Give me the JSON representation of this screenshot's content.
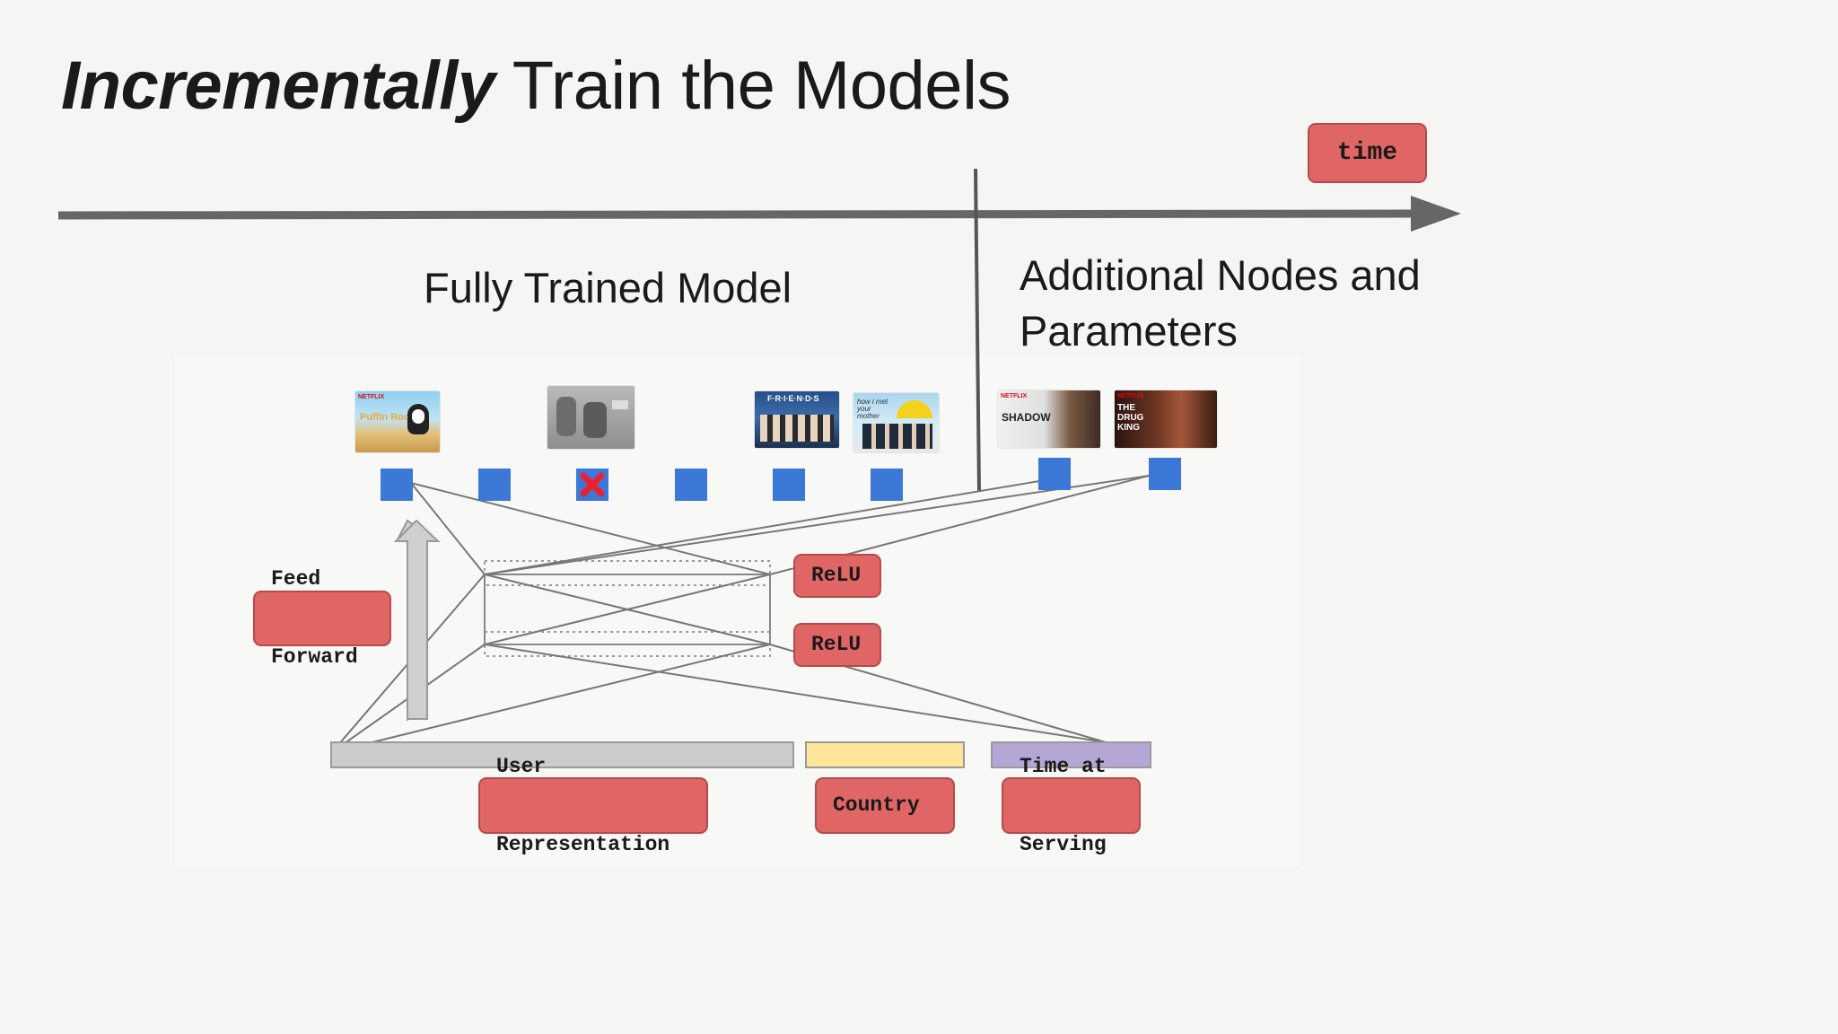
{
  "slide": {
    "title_emphasis": "Incrementally",
    "title_rest": " Train the Models",
    "time_label": "time",
    "left_heading": "Fully Trained Model",
    "right_heading_line1": "Additional Nodes and",
    "right_heading_line2": "Parameters"
  },
  "labels": {
    "feed_forward_line1": "Feed",
    "feed_forward_line2": "Forward",
    "relu_top": "ReLU",
    "relu_bottom": "ReLU",
    "user_rep_line1": "User",
    "user_rep_line2": "Representation",
    "country": "Country",
    "time_at_serving_line1": "Time at",
    "time_at_serving_line2": "Serving"
  },
  "thumbnails": [
    {
      "name": "Puffin Rock",
      "badge": "NETFLIX",
      "caption": "Puffin Rock"
    },
    {
      "name": "grey-show",
      "badge": "",
      "caption": ""
    },
    {
      "name": "Friends",
      "badge": "",
      "caption": "F·R·I·E·N·D·S"
    },
    {
      "name": "How I Met Your Mother",
      "badge": "",
      "caption": "how i met your mother"
    },
    {
      "name": "Shadow",
      "badge": "NETFLIX",
      "caption": "SHADOW"
    },
    {
      "name": "The Drug King",
      "badge": "NETFLIX",
      "caption": "THE DRUG KING"
    }
  ],
  "colors": {
    "node_blue": "#3c78d8",
    "tag_red": "#e06666",
    "user_rep_bar": "#cccccc",
    "country_bar": "#ffe599",
    "time_bar": "#b4a7d6",
    "removed_mark": "#e8212f"
  },
  "icons": {
    "removed_node": "x-mark-icon",
    "timeline_arrow": "arrow-right-icon",
    "feed_forward_arrow": "arrow-up-icon"
  }
}
